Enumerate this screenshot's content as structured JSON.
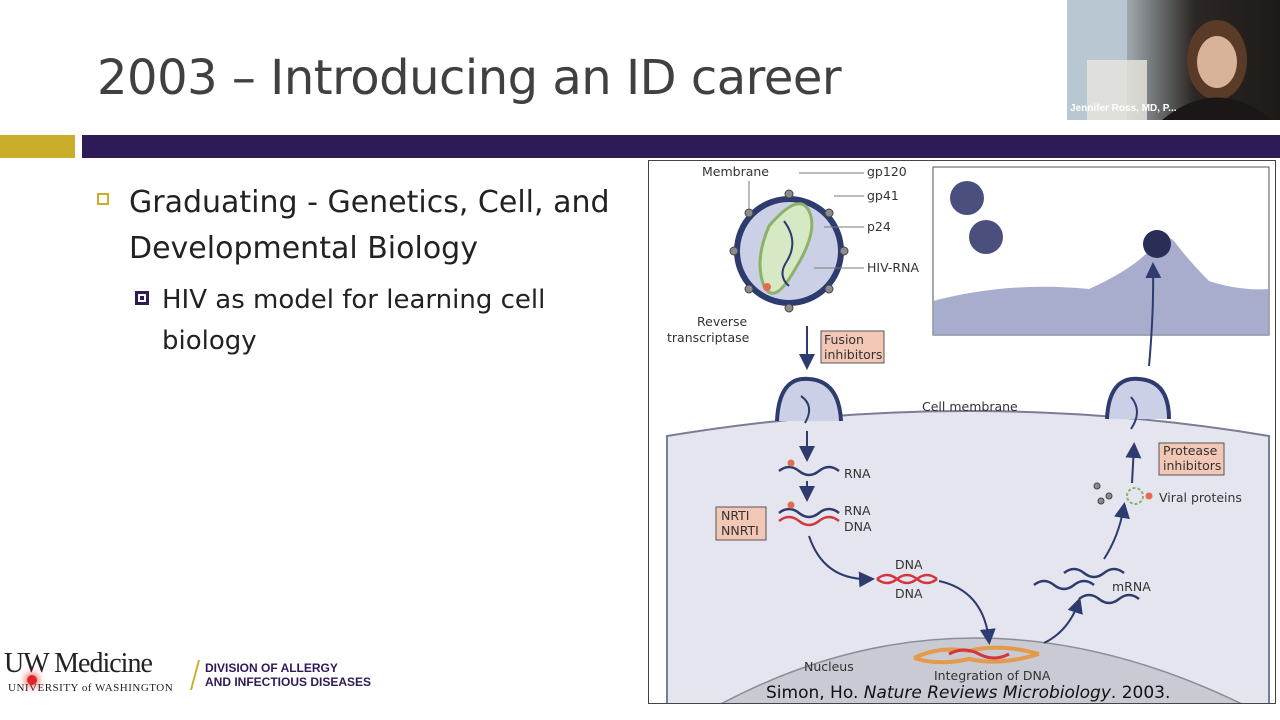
{
  "slide": {
    "title": "2003 – Introducing an ID career",
    "bullets": [
      {
        "text": "Graduating - Genetics, Cell, and Developmental Biology"
      },
      {
        "text": "HIV as model for learning cell biology"
      }
    ]
  },
  "figure": {
    "labels": {
      "membrane": "Membrane",
      "gp120": "gp120",
      "gp41": "gp41",
      "p24": "p24",
      "hiv_rna": "HIV-RNA",
      "rt1": "Reverse",
      "rt2": "transcriptase",
      "fusion1": "Fusion",
      "fusion2": "inhibitors",
      "cell_membrane": "Cell membrane",
      "rna": "RNA",
      "nrti": "NRTI",
      "nnrti": "NNRTI",
      "rna2": "RNA",
      "dna2": "DNA",
      "dna_top": "DNA",
      "dna_bottom": "DNA",
      "protease1": "Protease",
      "protease2": "inhibitors",
      "viral_proteins": "Viral proteins",
      "mrna": "mRNA",
      "nucleus": "Nucleus",
      "integration": "Integration of DNA"
    },
    "citation": {
      "authors": "Simon, Ho.",
      "journal": "Nature Reviews Microbiology",
      "year": ". 2003."
    }
  },
  "webcam": {
    "name": "Jennifer Ross, MD, P..."
  },
  "logo": {
    "main": "UW Medicine",
    "sub": "UNIVERSITY of WASHINGTON",
    "division_line1": "DIVISION OF ALLERGY",
    "division_line2": "AND INFECTIOUS DISEASES"
  },
  "colors": {
    "gold": "#c9ad2b",
    "purple": "#2e1a57",
    "title_gray": "#404040",
    "drug_box": "#f3c7b5"
  }
}
